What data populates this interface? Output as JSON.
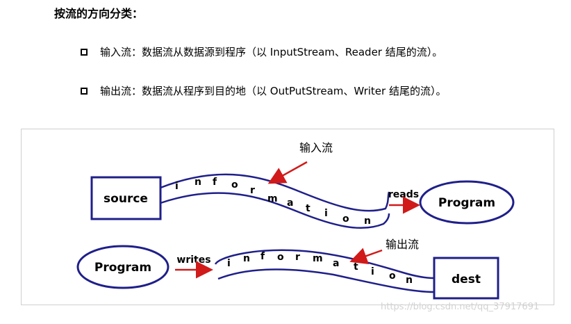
{
  "heading": "按流的方向分类：",
  "bullets": [
    "输入流：数据流从数据源到程序（以 InputStream、Reader 结尾的流）。",
    "输出流：数据流从程序到目的地（以 OutPutStream、Writer 结尾的流）。"
  ],
  "diagram": {
    "input_label": "输入流",
    "output_label": "输出流",
    "source": "source",
    "program_top": "Program",
    "program_bottom": "Program",
    "dest": "dest",
    "reads": "reads",
    "writes": "writes",
    "info_top": [
      "i",
      "n",
      "f",
      "o",
      "r",
      "m",
      "a",
      "t",
      "i",
      "o",
      "n"
    ],
    "info_bottom": [
      "i",
      "n",
      "f",
      "o",
      "r",
      "m",
      "a",
      "t",
      "i",
      "o",
      "n"
    ],
    "pipe_color": "#1f1f8a",
    "arrow_color": "#d11a1a"
  },
  "watermark": "https://blog.csdn.net/qq_37917691"
}
